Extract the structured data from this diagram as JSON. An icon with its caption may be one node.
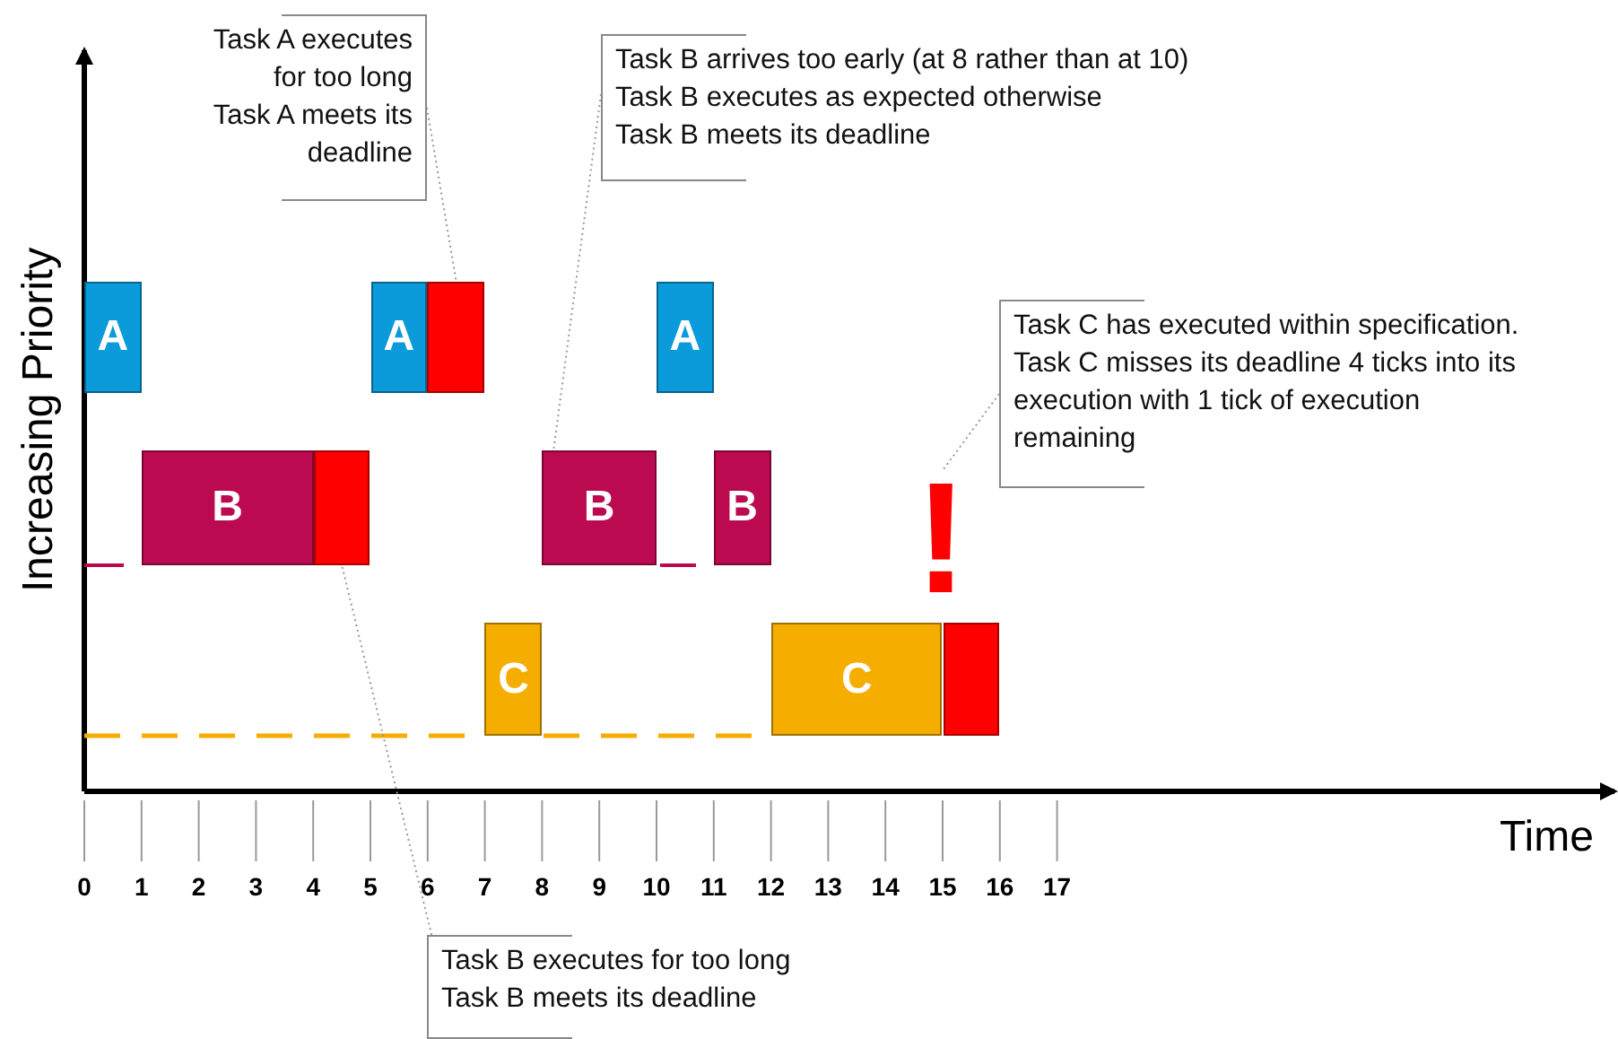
{
  "diagram": {
    "nodes": [
      {
        "text": [
          "Task A executes for too long",
          "Task A meets its deadline"
        ]
      },
      {
        "text": [
          "Task B arrives too early (at 8 rather than at 10)",
          "Task B executes as expected otherwise",
          "Task B meets its deadline"
        ]
      },
      {
        "text": [
          "A"
        ]
      },
      {
        "text": [
          "A"
        ]
      },
      {
        "text": [],
        "shape": "bar"
      },
      {
        "text": [
          "A"
        ]
      },
      {
        "text": [
          "Task C has executed within specification.",
          "Task C misses its deadline 4 ticks into its execution with 1 tick of execution remaining"
        ]
      },
      {
        "text": [
          "B"
        ]
      },
      {
        "text": [],
        "shape": "bar"
      },
      {
        "text": [
          "B"
        ]
      },
      {
        "text": [
          "B"
        ]
      },
      {
        "text": [
          "!"
        ]
      },
      {
        "text": [
          "C"
        ]
      },
      {
        "text": [
          "C"
        ]
      },
      {
        "text": [],
        "shape": "bar"
      },
      {
        "text": [
          "Task B executes for too long",
          "Task B meets its deadline"
        ]
      }
    ],
    "edges": [
      {
        "from": 0,
        "to": 4,
        "arrow": "none",
        "style": "dashed"
      },
      {
        "from": 1,
        "to": 9,
        "arrow": "none",
        "style": "dashed"
      },
      {
        "from": 6,
        "to": 11,
        "arrow": "none",
        "style": "dashed"
      },
      {
        "from": 15,
        "to": 8,
        "arrow": "none",
        "style": "dashed"
      }
    ],
    "labels": [
      "Increasing Priority",
      "Time",
      "0",
      "1",
      "2",
      "3",
      "4",
      "5",
      "6",
      "7",
      "8",
      "9",
      "10",
      "11",
      "12",
      "13",
      "14",
      "15",
      "16",
      "17"
    ]
  }
}
